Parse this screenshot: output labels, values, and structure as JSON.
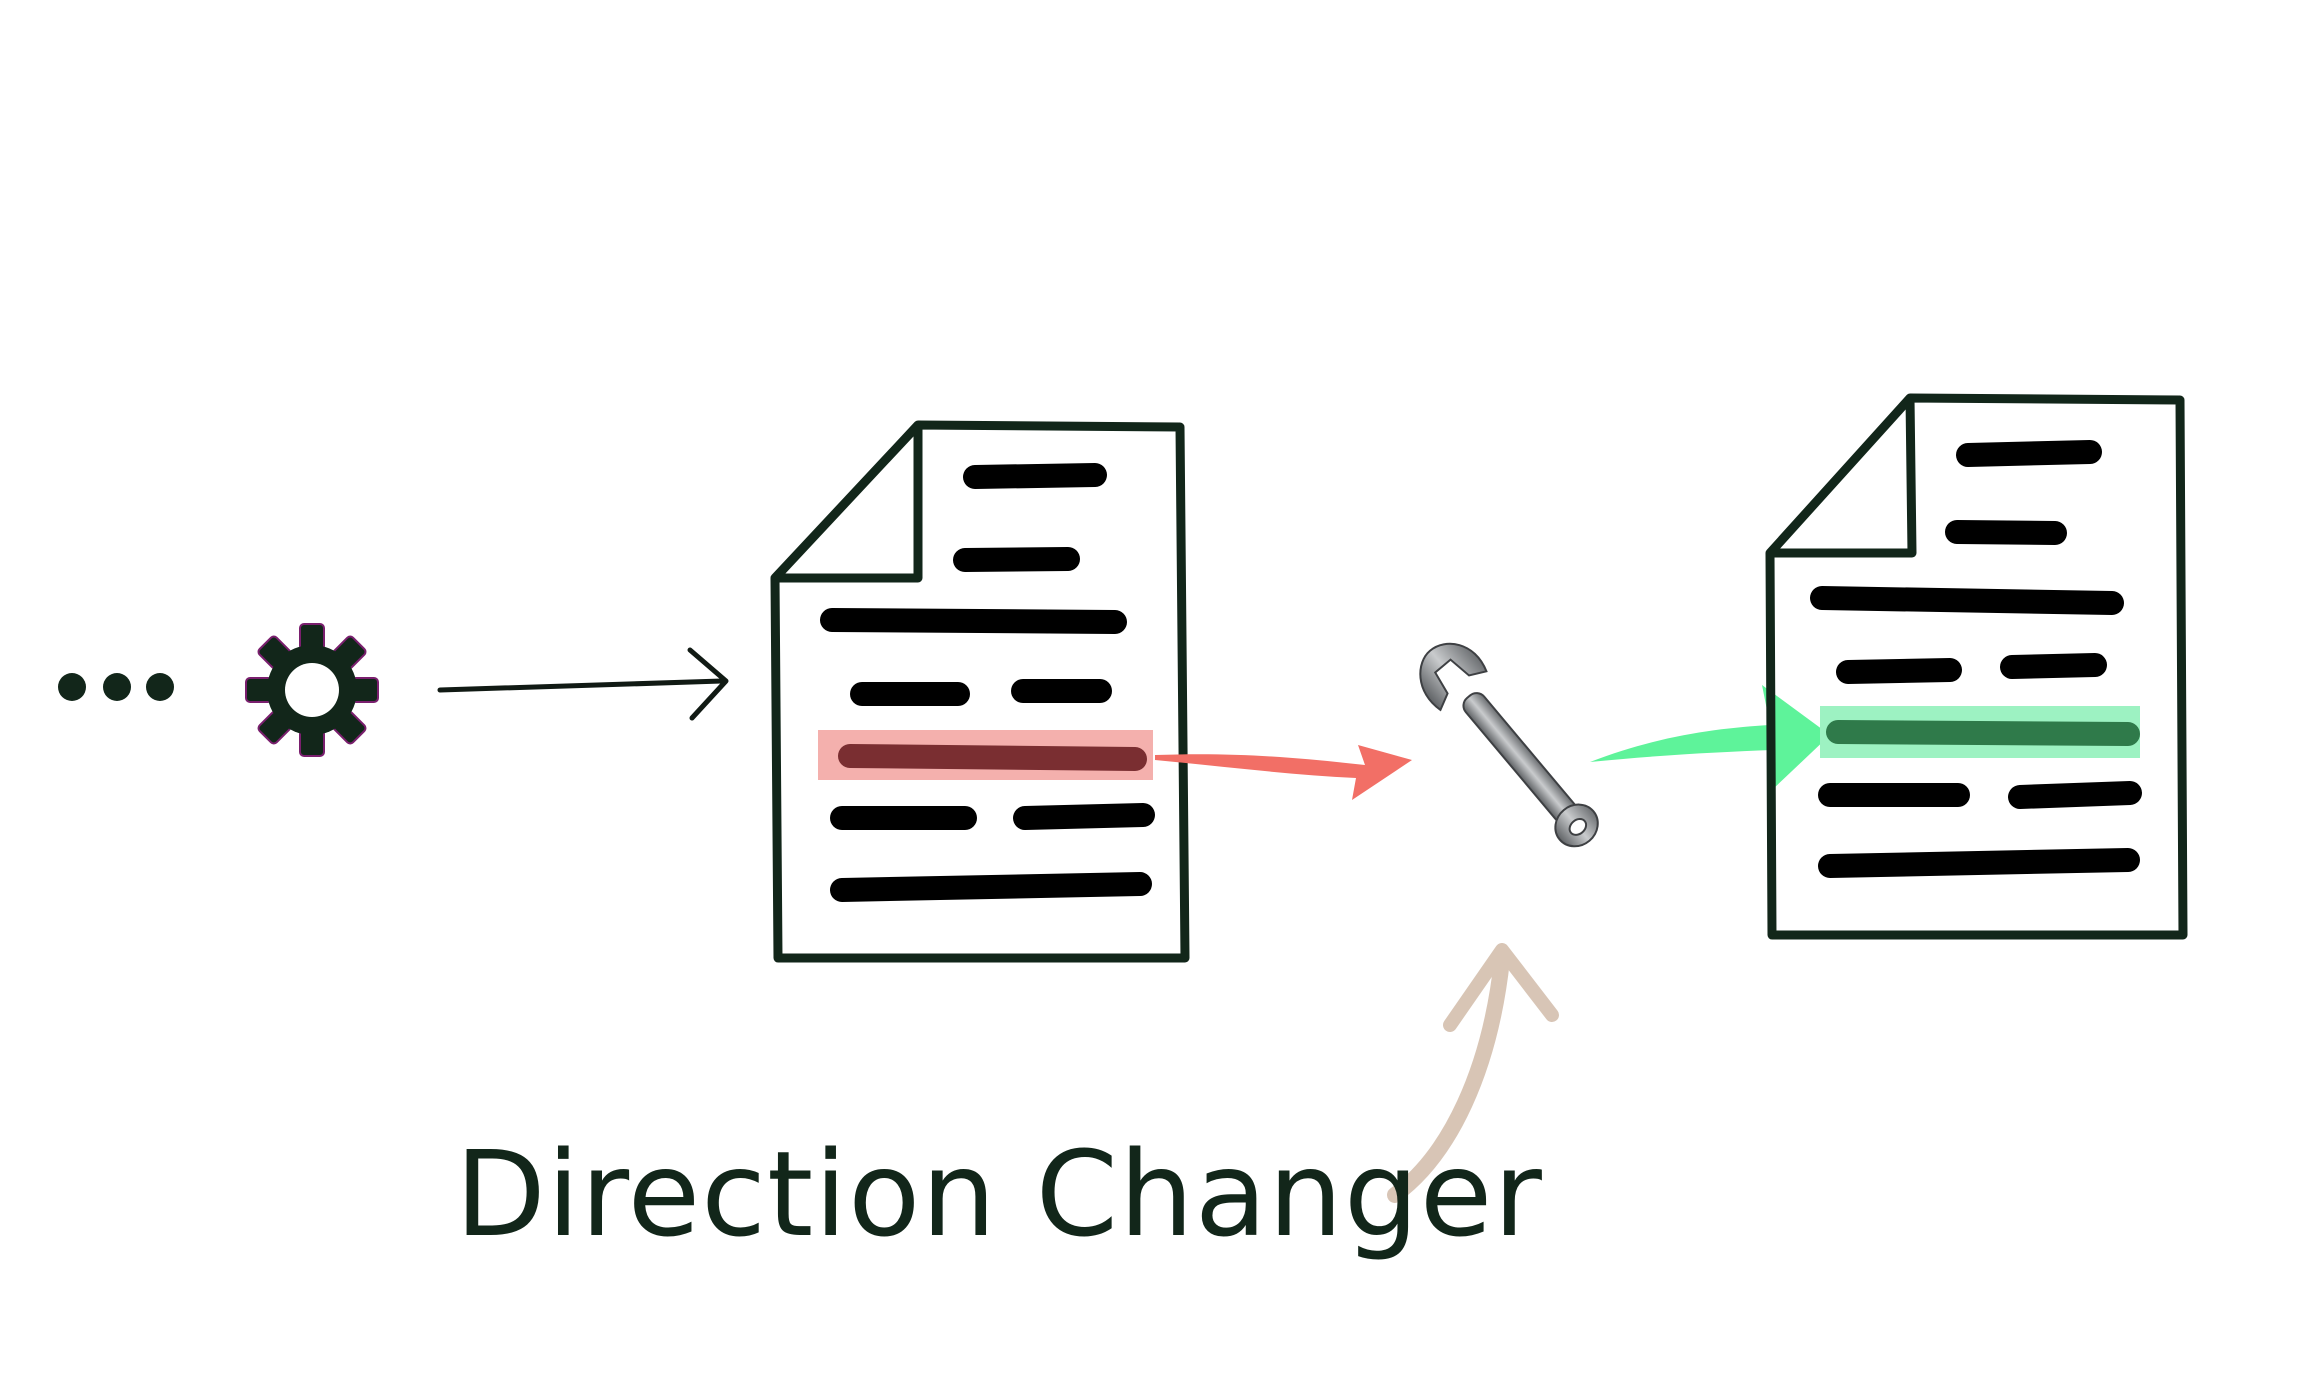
{
  "caption": {
    "text": "Direction Changer"
  },
  "nodes": [
    {
      "id": "ellipsis",
      "icon": "ellipsis-icon"
    },
    {
      "id": "process",
      "icon": "gear-icon"
    },
    {
      "id": "document-before",
      "icon": "document-icon",
      "highlight": "#f4b0ad",
      "highlighted_line": "#7a2e31"
    },
    {
      "id": "tool",
      "icon": "wrench-icon"
    },
    {
      "id": "document-after",
      "icon": "document-icon",
      "highlight": "#9df2c2",
      "highlighted_line": "#2f7a4a"
    }
  ],
  "edges": [
    {
      "from": "process",
      "to": "document-before",
      "color": "#111a14"
    },
    {
      "from": "document-before",
      "to": "tool",
      "color": "#f26f66"
    },
    {
      "from": "tool",
      "to": "document-after",
      "color": "#5ef39a"
    },
    {
      "from": "caption",
      "to": "tool",
      "color": "#d4bfae"
    }
  ],
  "colors": {
    "ink": "#12261a",
    "line": "#000000",
    "wrench": "#8f9295"
  }
}
